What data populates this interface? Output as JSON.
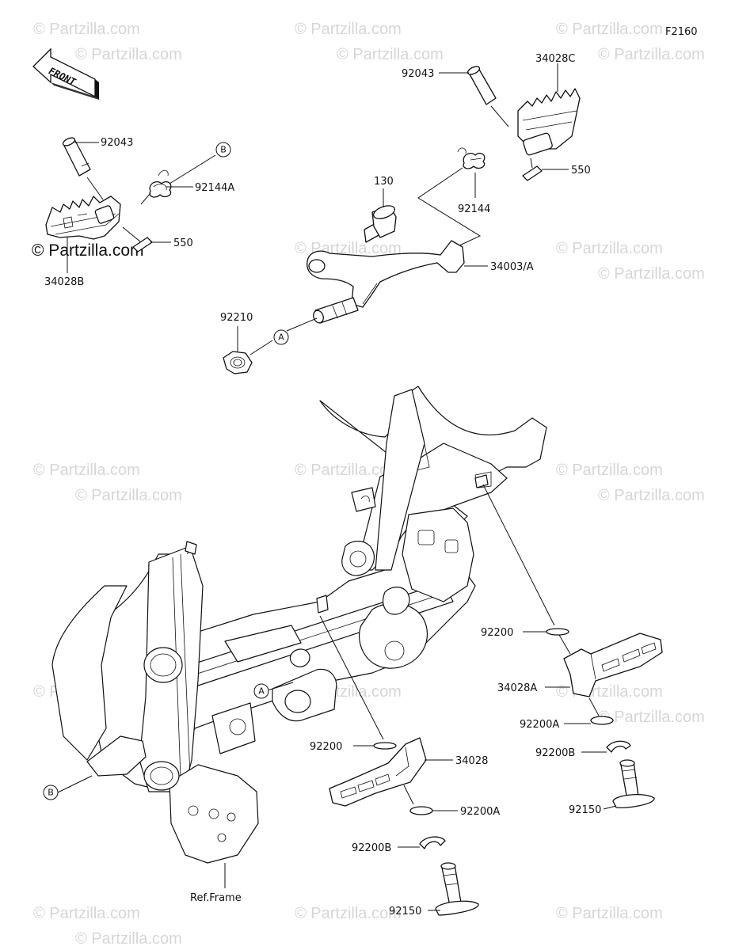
{
  "diagram_code": "F2160",
  "front_label": "FRONT",
  "copyright": "© Partzilla.com",
  "watermark_text": "© Partzilla.com",
  "ref_frame": "Ref.Frame",
  "markers": {
    "a": "A",
    "b": "B"
  },
  "parts": {
    "p92043_left": "92043",
    "p92144a": "92144A",
    "p550_left": "550",
    "p34028b": "34028B",
    "p92043_right": "92043",
    "p34028c": "34028C",
    "p550_right": "550",
    "p130": "130",
    "p92144": "92144",
    "p34003a": "34003/A",
    "p92210": "92210",
    "p92200_right": "92200",
    "p34028a": "34028A",
    "p92200a_right": "92200A",
    "p92200b_right": "92200B",
    "p92150_right": "92150",
    "p92200_left": "92200",
    "p34028": "34028",
    "p92200a_left": "92200A",
    "p92200b_left": "92200B",
    "p92150_left": "92150"
  }
}
